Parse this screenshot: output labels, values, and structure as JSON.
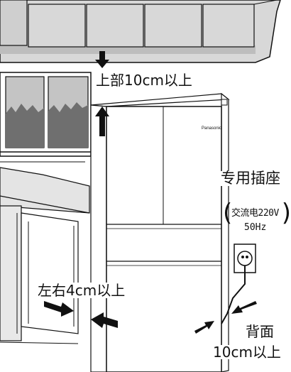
{
  "labels": {
    "top_clearance": "上部10cm以上",
    "side_clearance": "左右4cm以上",
    "back_clearance_line1": "背面",
    "back_clearance_line2": "10cm以上",
    "dedicated_outlet": "专用插座",
    "power_spec_line1": "交流电220V",
    "power_spec_line2": "50Hz"
  },
  "brand": "Panasonic",
  "colors": {
    "line": "#111111",
    "cabinet_fill": "#d8d8d8",
    "cabinet_edge": "#bdbdbd",
    "window_dark": "#6f6f6f",
    "window_light": "#c4c4c4",
    "background": "#ffffff"
  }
}
